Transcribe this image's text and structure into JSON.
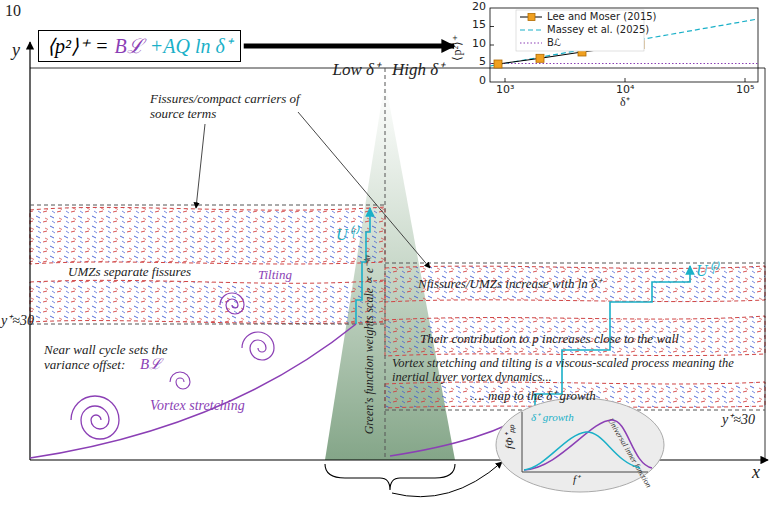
{
  "diagram": {
    "nodes": [
      {
        "text": [
          "⟨p²⟩⁺ =",
          "Bℒ",
          "+AQ ln δ⁺"
        ]
      },
      {
        "text": [
          "⟨p²⟩⁺",
          "δ⁺"
        ]
      },
      {
        "text": [
          "fΦ⁺ₚₚ",
          "δ⁺ growth",
          "Universal inner function",
          "f⁺"
        ]
      }
    ],
    "edges": [
      {
        "from": 0,
        "to": 1,
        "arrow": "to"
      }
    ],
    "labels": [
      "10",
      "y",
      "x",
      "Low δ⁺",
      "High δ⁺",
      "Fissures/compact carriers of source terms",
      "UMZs separate fissures",
      "y⁺≈30",
      "Tilting",
      "Near wall cycle sets the variance offset:",
      "Bℒ",
      "Vortex stretching",
      "U⁽ᶠ⁾",
      "Green's function weights scale ∝ e⁻ᵏʸ",
      "Nfissures/UMZs increase with ln δ⁺",
      "U⁽ᶠ⁾",
      "Their contribution to p increases close to the wall",
      "Vortex stretching and tilting is a viscous-scaled process meaning the inertial layer vortex dynamics...",
      "…. map to the δ⁺ growth",
      "y⁺≈30",
      "20",
      "15",
      "10",
      "5",
      "0",
      "10³",
      "10⁴",
      "10⁵"
    ],
    "legend": [
      {
        "text": "Lee and Moser (2015)"
      },
      {
        "text": "Massey et al. (2025)"
      },
      {
        "text": "Bℒ"
      }
    ]
  }
}
